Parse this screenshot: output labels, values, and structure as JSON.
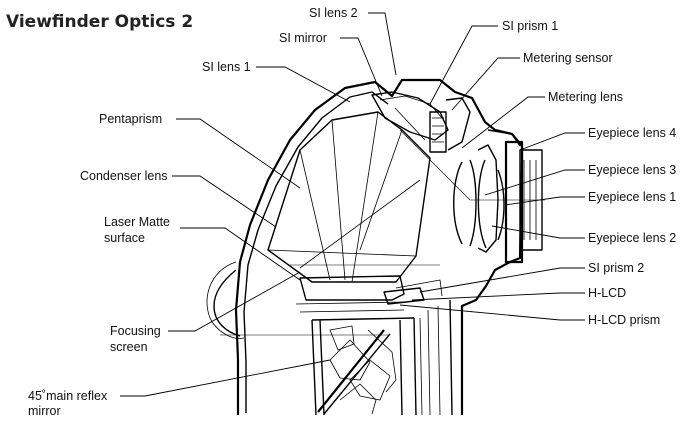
{
  "title": "Viewfinder Optics 2",
  "labels": {
    "si_lens_2": "SI lens 2",
    "si_prism_1": "SI prism 1",
    "si_mirror": "SI mirror",
    "metering_sensor": "Metering sensor",
    "si_lens_1": "SI lens 1",
    "metering_lens": "Metering lens",
    "pentaprism": "Pentaprism",
    "eyepiece_lens_4": "Eyepiece lens 4",
    "condenser_lens": "Condenser lens",
    "eyepiece_lens_3": "Eyepiece lens 3",
    "eyepiece_lens_1": "Eyepiece lens 1",
    "laser_matte_line1": "Laser Matte",
    "laser_matte_line2": "surface",
    "eyepiece_lens_2": "Eyepiece lens 2",
    "si_prism_2": "SI prism 2",
    "h_lcd": "H-LCD",
    "h_lcd_prism": "H-LCD prism",
    "focusing_screen_line1": "Focusing",
    "focusing_screen_line2": "screen",
    "main_mirror_line1": "45˚main reflex",
    "main_mirror_line2": "mirror"
  }
}
